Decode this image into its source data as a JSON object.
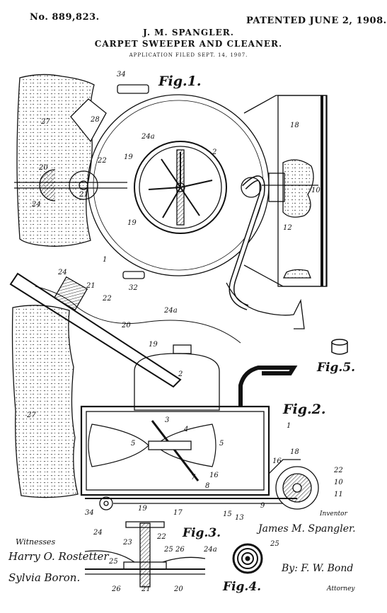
{
  "header": {
    "patent_number": "No. 889,823.",
    "patented": "PATENTED JUNE 2, 1908.",
    "inventor": "J. M. SPANGLER.",
    "title": "CARPET SWEEPER AND CLEANER.",
    "application": "APPLICATION FILED SEPT. 14, 1907."
  },
  "figures": {
    "fig1": "Fig.1.",
    "fig2": "Fig.2.",
    "fig3": "Fig.3.",
    "fig4": "Fig.4.",
    "fig5": "Fig.5."
  },
  "reference_numerals": {
    "fig1": [
      "34",
      "27",
      "28",
      "24a",
      "18",
      "19",
      "2",
      "22",
      "20",
      "24",
      "21",
      "10",
      "12",
      "19",
      "1",
      "32"
    ],
    "fig2": [
      "24",
      "21",
      "22",
      "24a",
      "20",
      "19",
      "2",
      "27",
      "3",
      "4",
      "5",
      "5",
      "1",
      "18",
      "16",
      "22",
      "10",
      "11",
      "34",
      "17",
      "15",
      "13",
      "9",
      "19",
      "7",
      "8",
      "16"
    ],
    "fig3": [
      "24",
      "22",
      "23",
      "25",
      "25",
      "26",
      "24a",
      "26",
      "21",
      "20"
    ],
    "fig4": [
      "25"
    ]
  },
  "signatures": {
    "witnesses_label": "Witnesses",
    "witness1": "Harry O. Rostetter",
    "witness2": "Sylvia Boron.",
    "inventor_label": "Inventor",
    "inventor_signature": "James M. Spangler.",
    "by_attorney": "By: F. W. Bond",
    "attorney_label": "Attorney"
  }
}
